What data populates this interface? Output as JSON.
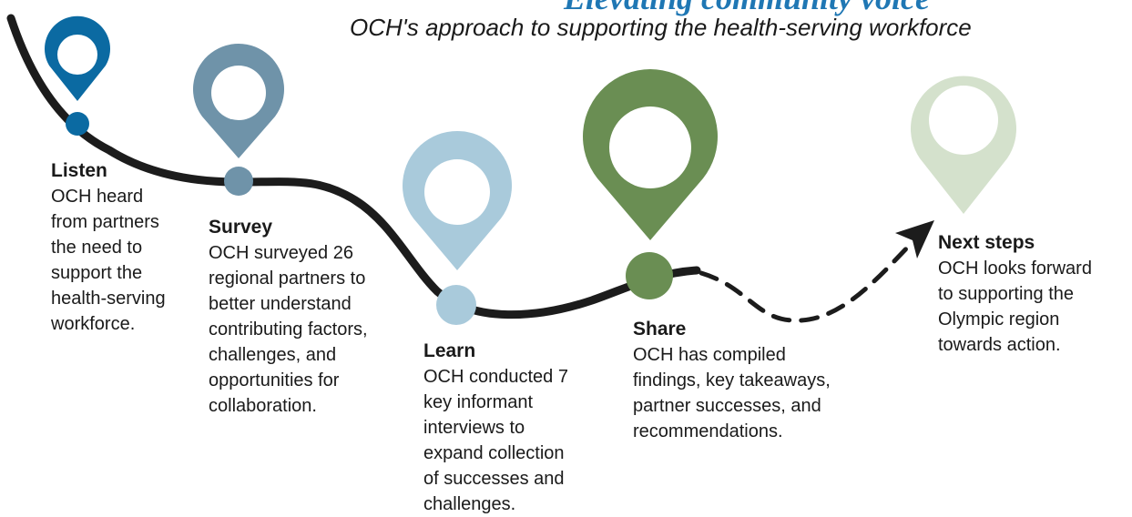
{
  "header": {
    "title": "Elevating community voice",
    "subtitle": "OCH's approach to supporting the health-serving workforce"
  },
  "steps": [
    {
      "title": "Listen",
      "body": "OCH heard\nfrom partners\nthe need to\nsupport the\nhealth-serving\nworkforce.",
      "color": "#0b6aa2"
    },
    {
      "title": "Survey",
      "body": "OCH surveyed 26\nregional partners to\nbetter understand\ncontributing factors,\nchallenges, and\nopportunities for\ncollaboration.",
      "color": "#6f93a9"
    },
    {
      "title": "Learn",
      "body": "OCH conducted 7\nkey informant\ninterviews to\nexpand collection\nof successes and\nchallenges.",
      "color": "#a9cadb"
    },
    {
      "title": "Share",
      "body": "OCH has compiled\nfindings, key takeaways,\npartner successes, and\nrecommendations.",
      "color": "#6a8e53"
    },
    {
      "title": "Next steps",
      "body": "OCH looks forward\nto supporting the\nOlympic region\ntowards action.",
      "color": "#d4e1cc"
    }
  ]
}
